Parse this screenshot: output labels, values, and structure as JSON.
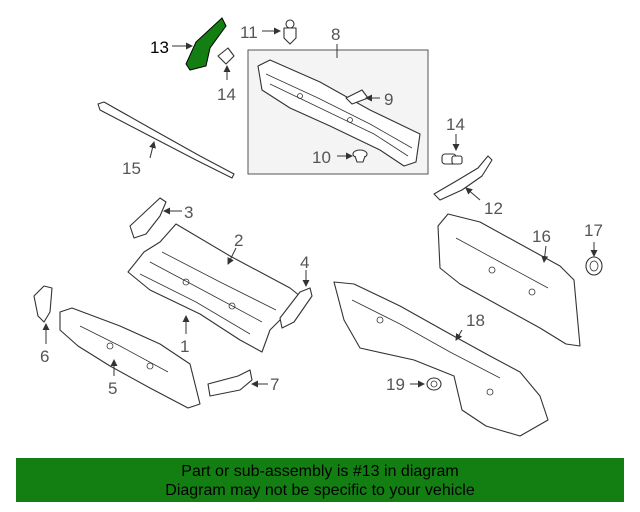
{
  "colors": {
    "highlight": "#137f13",
    "line": "#333333",
    "label": "#555555"
  },
  "callouts": [
    "1",
    "2",
    "3",
    "4",
    "5",
    "6",
    "7",
    "8",
    "9",
    "10",
    "11",
    "12",
    "13",
    "14",
    "14",
    "15",
    "16",
    "17",
    "18",
    "19"
  ],
  "highlighted_part": "13",
  "banner": {
    "line1": "Part or sub-assembly is #13 in diagram",
    "line2": "Diagram may not be specific to your vehicle"
  }
}
